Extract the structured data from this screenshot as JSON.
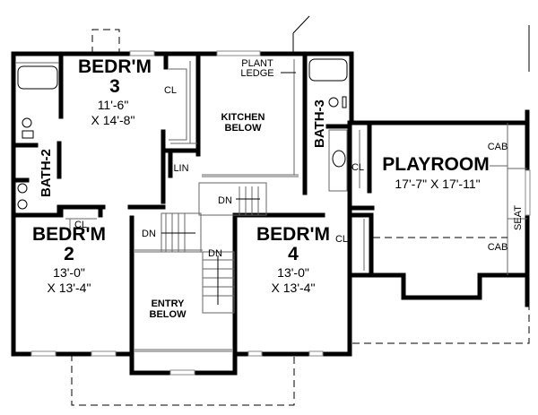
{
  "rooms": {
    "bedroom3": {
      "name": "BEDR'M",
      "number": "3",
      "width": "11'-6\"",
      "length": "X 14'-8\""
    },
    "bedroom2": {
      "name": "BEDR'M",
      "number": "2",
      "width": "13'-0\"",
      "length": "X 13'-4\""
    },
    "bedroom4": {
      "name": "BEDR'M",
      "number": "4",
      "width": "13'-0\"",
      "length": "X 13'-4\""
    },
    "playroom": {
      "name": "PLAYROOM",
      "size": "17'-7\" X 17'-11\""
    },
    "kitchen": {
      "line1": "KITCHEN",
      "line2": "BELOW"
    },
    "entry": {
      "line1": "ENTRY",
      "line2": "BELOW"
    },
    "bath2": "BATH-2",
    "bath3": "BATH-3"
  },
  "labels": {
    "closet": "CL",
    "linen": "LIN",
    "plant_ledge_1": "PLANT",
    "plant_ledge_2": "LEDGE",
    "cabinet": "CAB",
    "seat": "SEAT",
    "down": "DN"
  }
}
